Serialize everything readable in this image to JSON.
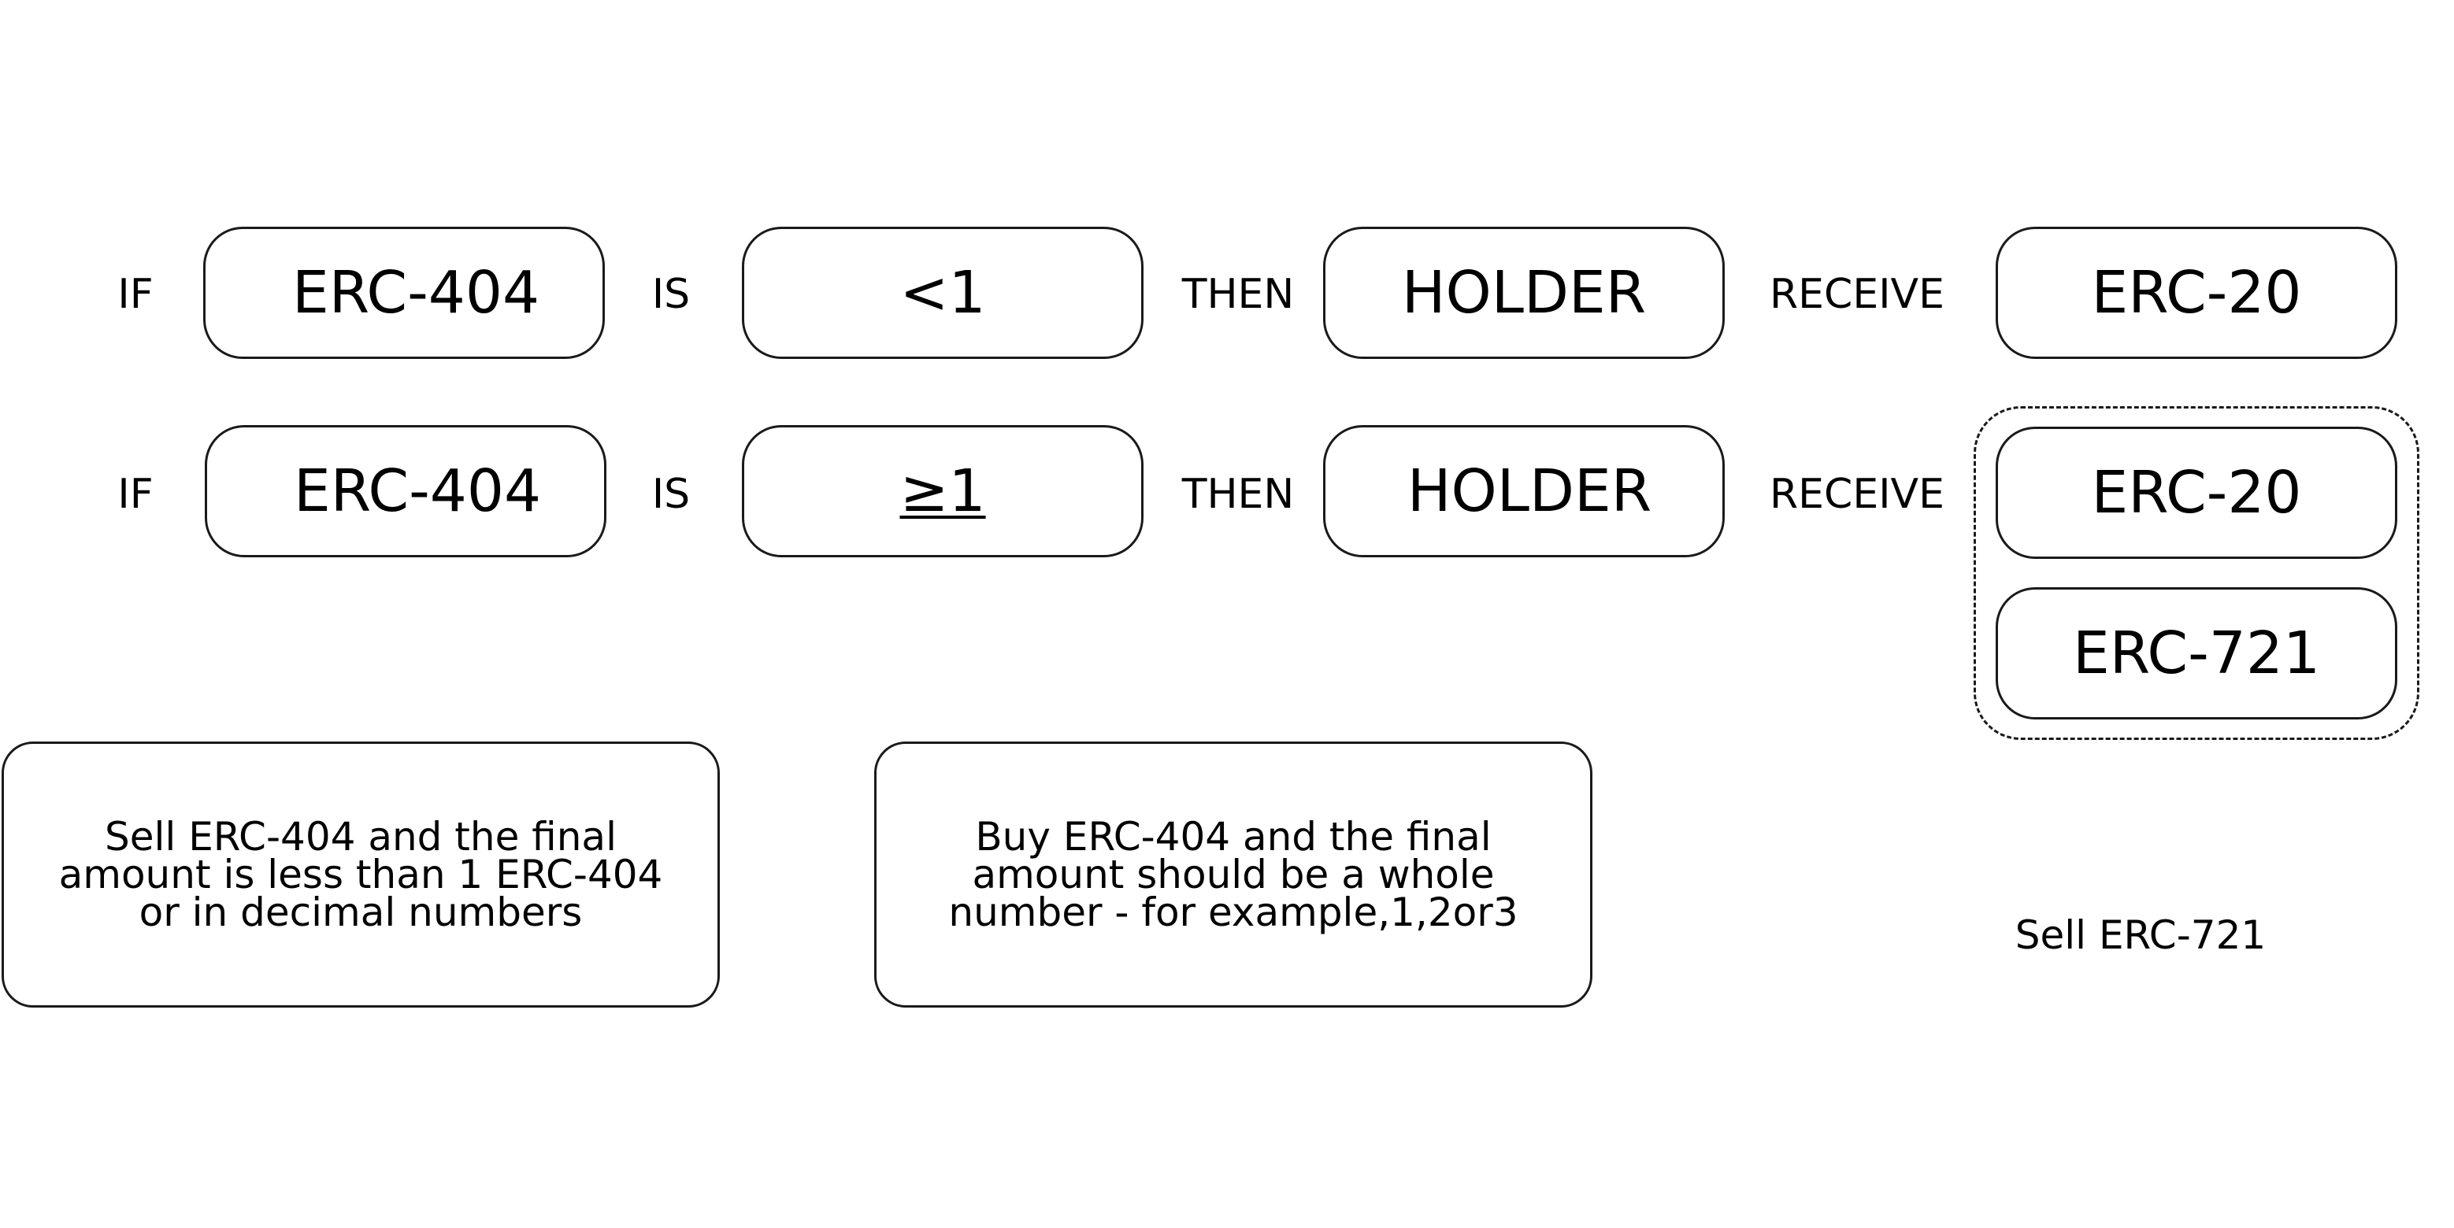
{
  "rows": [
    {
      "if_label": "IF",
      "token": "ERC-404",
      "is_label": "IS",
      "condition": "<1",
      "then_label": "THEN",
      "actor": "HOLDER",
      "receive_label": "RECEIVE",
      "outcomes": [
        "ERC-20"
      ]
    },
    {
      "if_label": "IF",
      "token": "ERC-404",
      "is_label": "IS",
      "condition": "≥1",
      "then_label": "THEN",
      "actor": "HOLDER",
      "receive_label": "RECEIVE",
      "outcomes": [
        "ERC-20",
        "ERC-721"
      ]
    }
  ],
  "notes": [
    "Sell ERC-404 and the final amount is less than 1 ERC-404 or in decimal numbers",
    "Buy ERC-404 and the final amount should be a whole number - for example,1,2or3",
    "Sell ERC-721"
  ]
}
